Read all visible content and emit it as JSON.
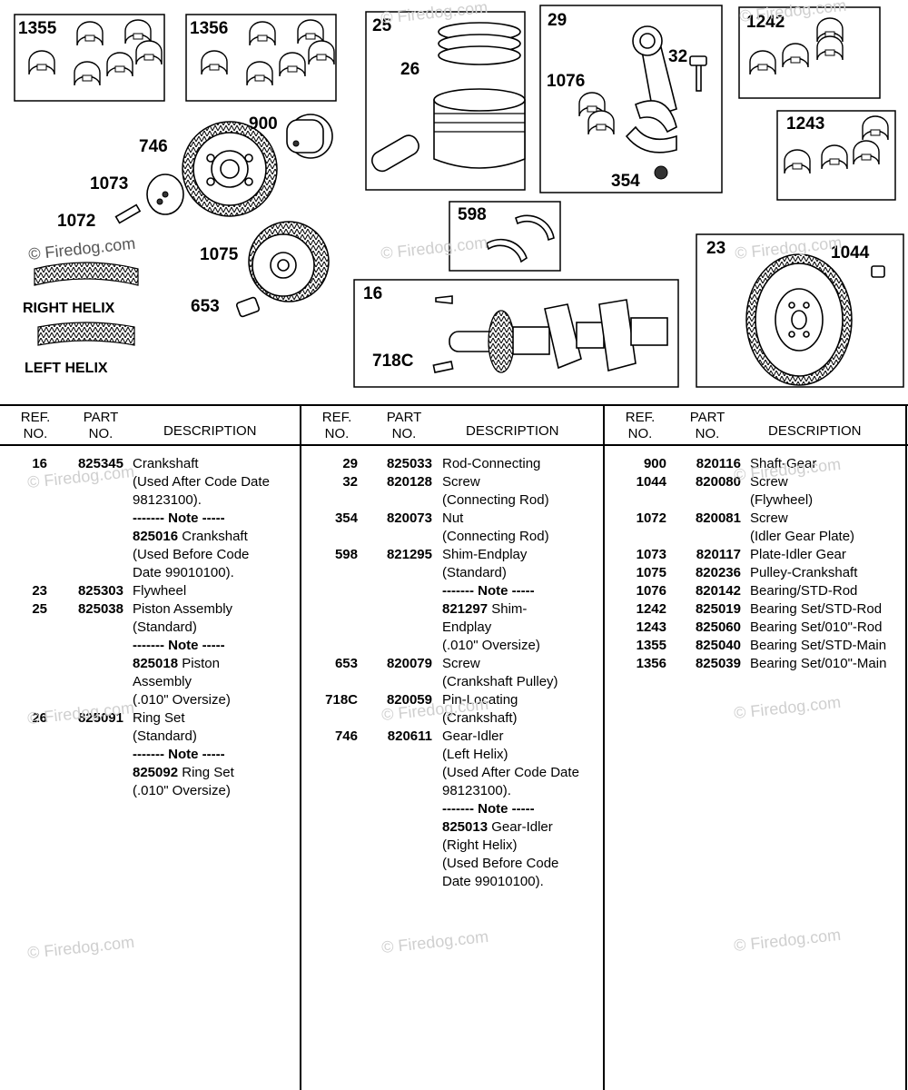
{
  "watermark": "© Firedog.com",
  "diagram": {
    "box_labels": {
      "b1355": "1355",
      "b1356": "1356",
      "b25": "25",
      "b29": "29",
      "b1242": "1242",
      "b1243": "1243",
      "b598": "598",
      "b23": "23",
      "b16": "16"
    },
    "callouts": {
      "c26": "26",
      "c32": "32",
      "c1076": "1076",
      "c354": "354",
      "c900": "900",
      "c746": "746",
      "c1073": "1073",
      "c1072": "1072",
      "c1075": "1075",
      "c653": "653",
      "c1044": "1044",
      "c718c": "718C"
    },
    "helix": {
      "right": "RIGHT HELIX",
      "left": "LEFT HELIX"
    }
  },
  "table": {
    "headers": {
      "ref": [
        "REF.",
        "NO."
      ],
      "part": [
        "PART",
        "NO."
      ],
      "description": "DESCRIPTION"
    },
    "columns": [
      [
        {
          "ref": "16",
          "part": "825345",
          "desc": "Crankshaft"
        },
        {
          "ref": "",
          "part": "",
          "desc": "(Used After Code Date"
        },
        {
          "ref": "",
          "part": "",
          "desc": "98123100)."
        },
        {
          "ref": "",
          "part": "",
          "desc": "------- Note -----",
          "bold": true
        },
        {
          "ref": "",
          "part": "",
          "desc": "Crankshaft",
          "lead": "825016"
        },
        {
          "ref": "",
          "part": "",
          "desc": "(Used Before Code"
        },
        {
          "ref": "",
          "part": "",
          "desc": "Date 99010100)."
        },
        {
          "ref": "23",
          "part": "825303",
          "desc": "Flywheel"
        },
        {
          "ref": "25",
          "part": "825038",
          "desc": "Piston Assembly"
        },
        {
          "ref": "",
          "part": "",
          "desc": "(Standard)"
        },
        {
          "ref": "",
          "part": "",
          "desc": "------- Note -----",
          "bold": true
        },
        {
          "ref": "",
          "part": "",
          "desc": "Piston",
          "lead": "825018"
        },
        {
          "ref": "",
          "part": "",
          "desc": "Assembly"
        },
        {
          "ref": "",
          "part": "",
          "desc": "(.010\" Oversize)"
        },
        {
          "ref": "26",
          "part": "825091",
          "desc": "Ring Set"
        },
        {
          "ref": "",
          "part": "",
          "desc": "(Standard)"
        },
        {
          "ref": "",
          "part": "",
          "desc": "------- Note -----",
          "bold": true
        },
        {
          "ref": "",
          "part": "",
          "desc": "Ring Set",
          "lead": "825092"
        },
        {
          "ref": "",
          "part": "",
          "desc": "(.010\" Oversize)"
        }
      ],
      [
        {
          "ref": "29",
          "part": "825033",
          "desc": "Rod-Connecting"
        },
        {
          "ref": "32",
          "part": "820128",
          "desc": "Screw"
        },
        {
          "ref": "",
          "part": "",
          "desc": "(Connecting Rod)"
        },
        {
          "ref": "354",
          "part": "820073",
          "desc": "Nut"
        },
        {
          "ref": "",
          "part": "",
          "desc": "(Connecting Rod)"
        },
        {
          "ref": "598",
          "part": "821295",
          "desc": "Shim-Endplay"
        },
        {
          "ref": "",
          "part": "",
          "desc": "(Standard)"
        },
        {
          "ref": "",
          "part": "",
          "desc": "------- Note -----",
          "bold": true
        },
        {
          "ref": "",
          "part": "",
          "desc": "Shim-",
          "lead": "821297"
        },
        {
          "ref": "",
          "part": "",
          "desc": "Endplay"
        },
        {
          "ref": "",
          "part": "",
          "desc": "(.010\" Oversize)"
        },
        {
          "ref": "653",
          "part": "820079",
          "desc": "Screw"
        },
        {
          "ref": "",
          "part": "",
          "desc": "(Crankshaft Pulley)"
        },
        {
          "ref": "718C",
          "part": "820059",
          "desc": "Pin-Locating"
        },
        {
          "ref": "",
          "part": "",
          "desc": "(Crankshaft)"
        },
        {
          "ref": "746",
          "part": "820611",
          "desc": "Gear-Idler"
        },
        {
          "ref": "",
          "part": "",
          "desc": "(Left Helix)"
        },
        {
          "ref": "",
          "part": "",
          "desc": "(Used After Code Date"
        },
        {
          "ref": "",
          "part": "",
          "desc": "98123100)."
        },
        {
          "ref": "",
          "part": "",
          "desc": "------- Note -----",
          "bold": true
        },
        {
          "ref": "",
          "part": "",
          "desc": "Gear-Idler",
          "lead": "825013"
        },
        {
          "ref": "",
          "part": "",
          "desc": "(Right Helix)"
        },
        {
          "ref": "",
          "part": "",
          "desc": "(Used Before Code"
        },
        {
          "ref": "",
          "part": "",
          "desc": "Date 99010100)."
        }
      ],
      [
        {
          "ref": "900",
          "part": "820116",
          "desc": "Shaft-Gear"
        },
        {
          "ref": "1044",
          "part": "820080",
          "desc": "Screw"
        },
        {
          "ref": "",
          "part": "",
          "desc": "(Flywheel)"
        },
        {
          "ref": "1072",
          "part": "820081",
          "desc": "Screw"
        },
        {
          "ref": "",
          "part": "",
          "desc": "(Idler Gear Plate)"
        },
        {
          "ref": "1073",
          "part": "820117",
          "desc": "Plate-Idler Gear"
        },
        {
          "ref": "1075",
          "part": "820236",
          "desc": "Pulley-Crankshaft"
        },
        {
          "ref": "1076",
          "part": "820142",
          "desc": "Bearing/STD-Rod"
        },
        {
          "ref": "1242",
          "part": "825019",
          "desc": "Bearing Set/STD-Rod"
        },
        {
          "ref": "1243",
          "part": "825060",
          "desc": "Bearing Set/010\"-Rod"
        },
        {
          "ref": "1355",
          "part": "825040",
          "desc": "Bearing Set/STD-Main"
        },
        {
          "ref": "1356",
          "part": "825039",
          "desc": "Bearing Set/010\"-Main"
        }
      ]
    ]
  }
}
